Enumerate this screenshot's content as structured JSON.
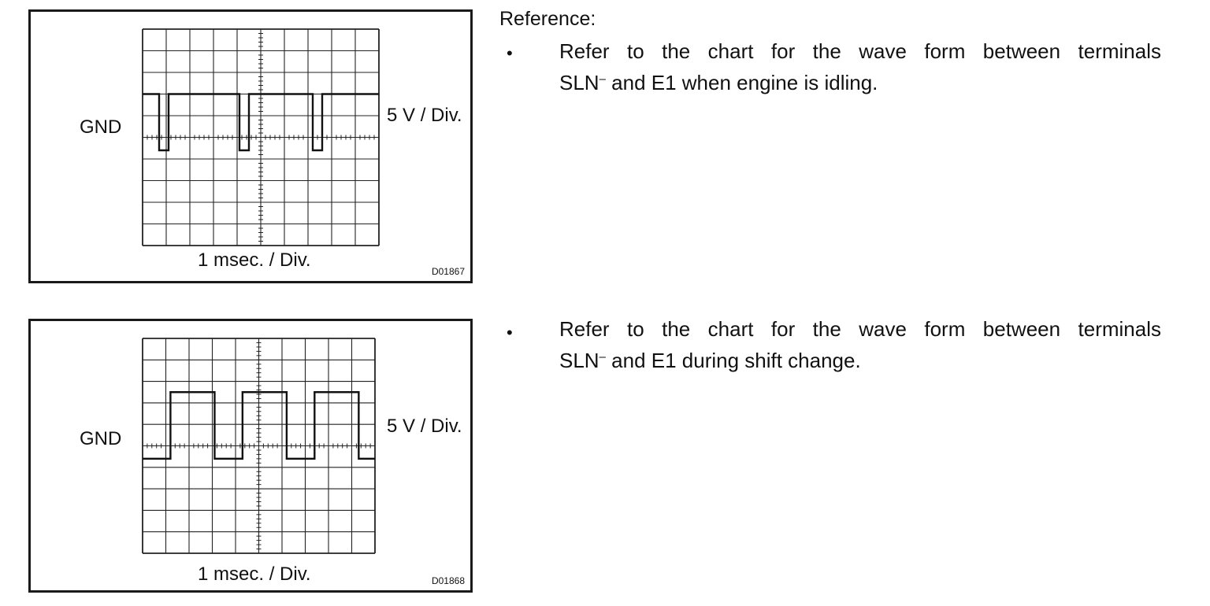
{
  "reference_heading": "Reference:",
  "figures": [
    {
      "gnd_label": "GND",
      "voltage_scale": "5 V / Div.",
      "time_scale": "1 msec. / Div.",
      "code": "D01867",
      "waveform": {
        "high_level_div": 2.0,
        "low_level_div": -0.6,
        "start": "high",
        "transitions_div": [
          0.7,
          1.1,
          4.1,
          4.5,
          7.2,
          7.6
        ]
      }
    },
    {
      "gnd_label": "GND",
      "voltage_scale": "5 V / Div.",
      "time_scale": "1 msec. / Div.",
      "code": "D01868",
      "waveform": {
        "high_level_div": 2.5,
        "low_level_div": -0.6,
        "start": "low",
        "transitions_div": [
          1.2,
          3.1,
          4.3,
          6.2,
          7.4,
          9.3
        ]
      }
    }
  ],
  "notes": [
    {
      "bullet": "•",
      "line1": "Refer to the chart for the wave form between terminals",
      "term": "SLN",
      "sup": "–",
      "rest": " and E1 when engine is idling."
    },
    {
      "bullet": "•",
      "line1": "Refer to the chart for the wave form between terminals",
      "term": "SLN",
      "sup": "–",
      "rest": " and E1 during shift change."
    }
  ]
}
